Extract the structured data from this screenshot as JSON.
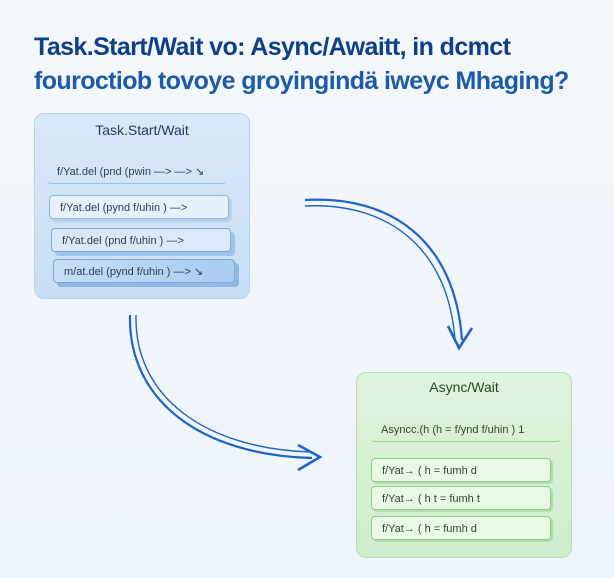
{
  "title": {
    "line1": "Task.Start/Wait vo: Async/Awaitt, in dcmct",
    "line2": "fouroctiob tovoye groyingindä iweyc Mhaging?"
  },
  "sync_panel": {
    "title": "Task.Start/Wait",
    "rows": [
      "f/Yat.del (pnd (pwin  —>  —> ↘",
      "f/Yat.del (pynd f/uhin  ) —>",
      "f/Yat.del (pnd f/uhin  ) —>",
      "m/at.del (pynd f/uhin  ) —> ↘"
    ]
  },
  "async_panel": {
    "title": "Async/Wait",
    "rows": [
      "Asyncc.(h (h = f/ynd f/uhin  ) 1",
      "f/Yat→ ( h = fumh  d",
      "f/Yat→ ( h t = fumh  t",
      "f/Yat→ ( h = fumh  d"
    ]
  },
  "colors": {
    "arrow": "#1f63c6",
    "spark": "#e08a1e"
  }
}
